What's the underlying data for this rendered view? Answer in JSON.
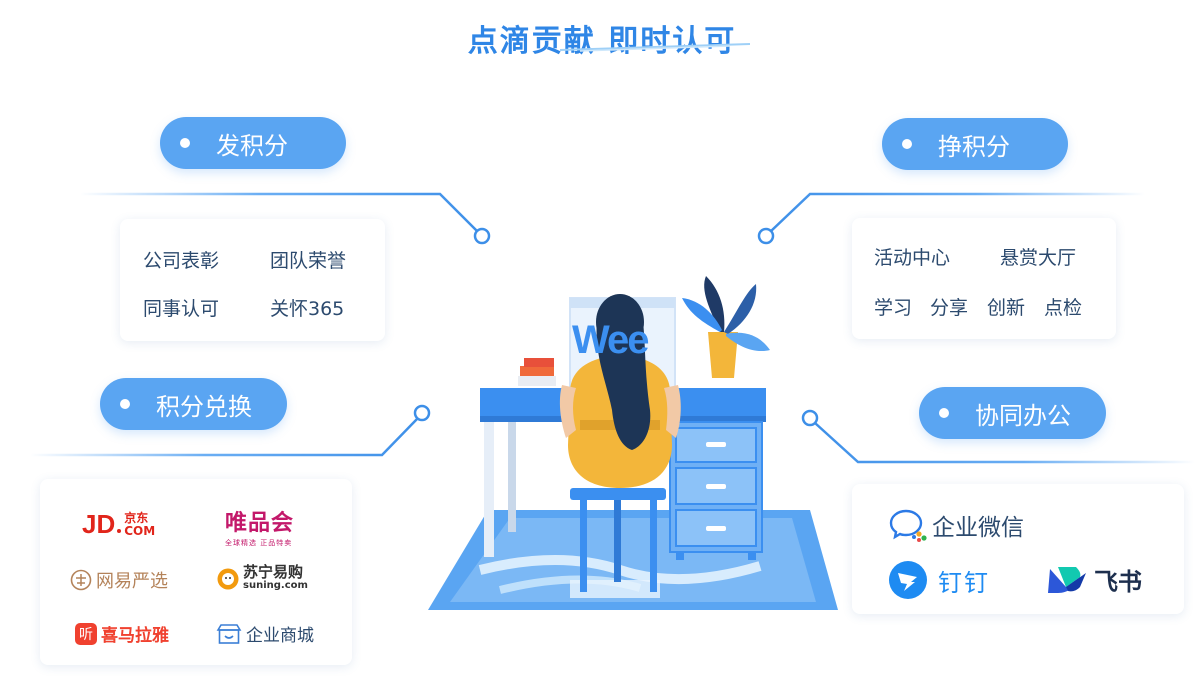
{
  "title": "点滴贡献 即时认可",
  "sections": {
    "issue": {
      "label": "发积分",
      "items": [
        "公司表彰",
        "团队荣誉",
        "同事认可",
        "关怀365"
      ]
    },
    "earn": {
      "label": "挣积分",
      "items": [
        "活动中心",
        "悬赏大厅",
        "学习",
        "分享",
        "创新",
        "点检"
      ]
    },
    "redeem": {
      "label": "积分兑换",
      "logos": {
        "jd": {
          "main": "JD",
          "cn": "京东",
          "com": "COM"
        },
        "vip": {
          "main": "唯品会",
          "sub": "全球精选 正品特卖"
        },
        "yanxuan": {
          "main": "网易严选"
        },
        "suning": {
          "main": "苏宁易购",
          "sub": "suning.com"
        },
        "ximalaya": {
          "main": "喜马拉雅",
          "glyph": "听"
        },
        "mall": {
          "main": "企业商城"
        }
      }
    },
    "collab": {
      "label": "协同办公",
      "logos": {
        "wework": "企业微信",
        "dingtalk": "钉钉",
        "feishu": "飞书"
      }
    }
  },
  "illustration": {
    "monitor_text": "Wee"
  },
  "colors": {
    "accent": "#2f86e6",
    "pill": "#5aa5f2",
    "jd_red": "#e1251b",
    "vip_pink": "#c3186a",
    "yanxuan_brown": "#b4835a",
    "suning_orange": "#f29a0e",
    "ximalaya_red": "#f0412f",
    "feishu_teal": "#12c9b0",
    "feishu_blue": "#2c57d8",
    "dingtalk_blue": "#1e8bf2"
  }
}
